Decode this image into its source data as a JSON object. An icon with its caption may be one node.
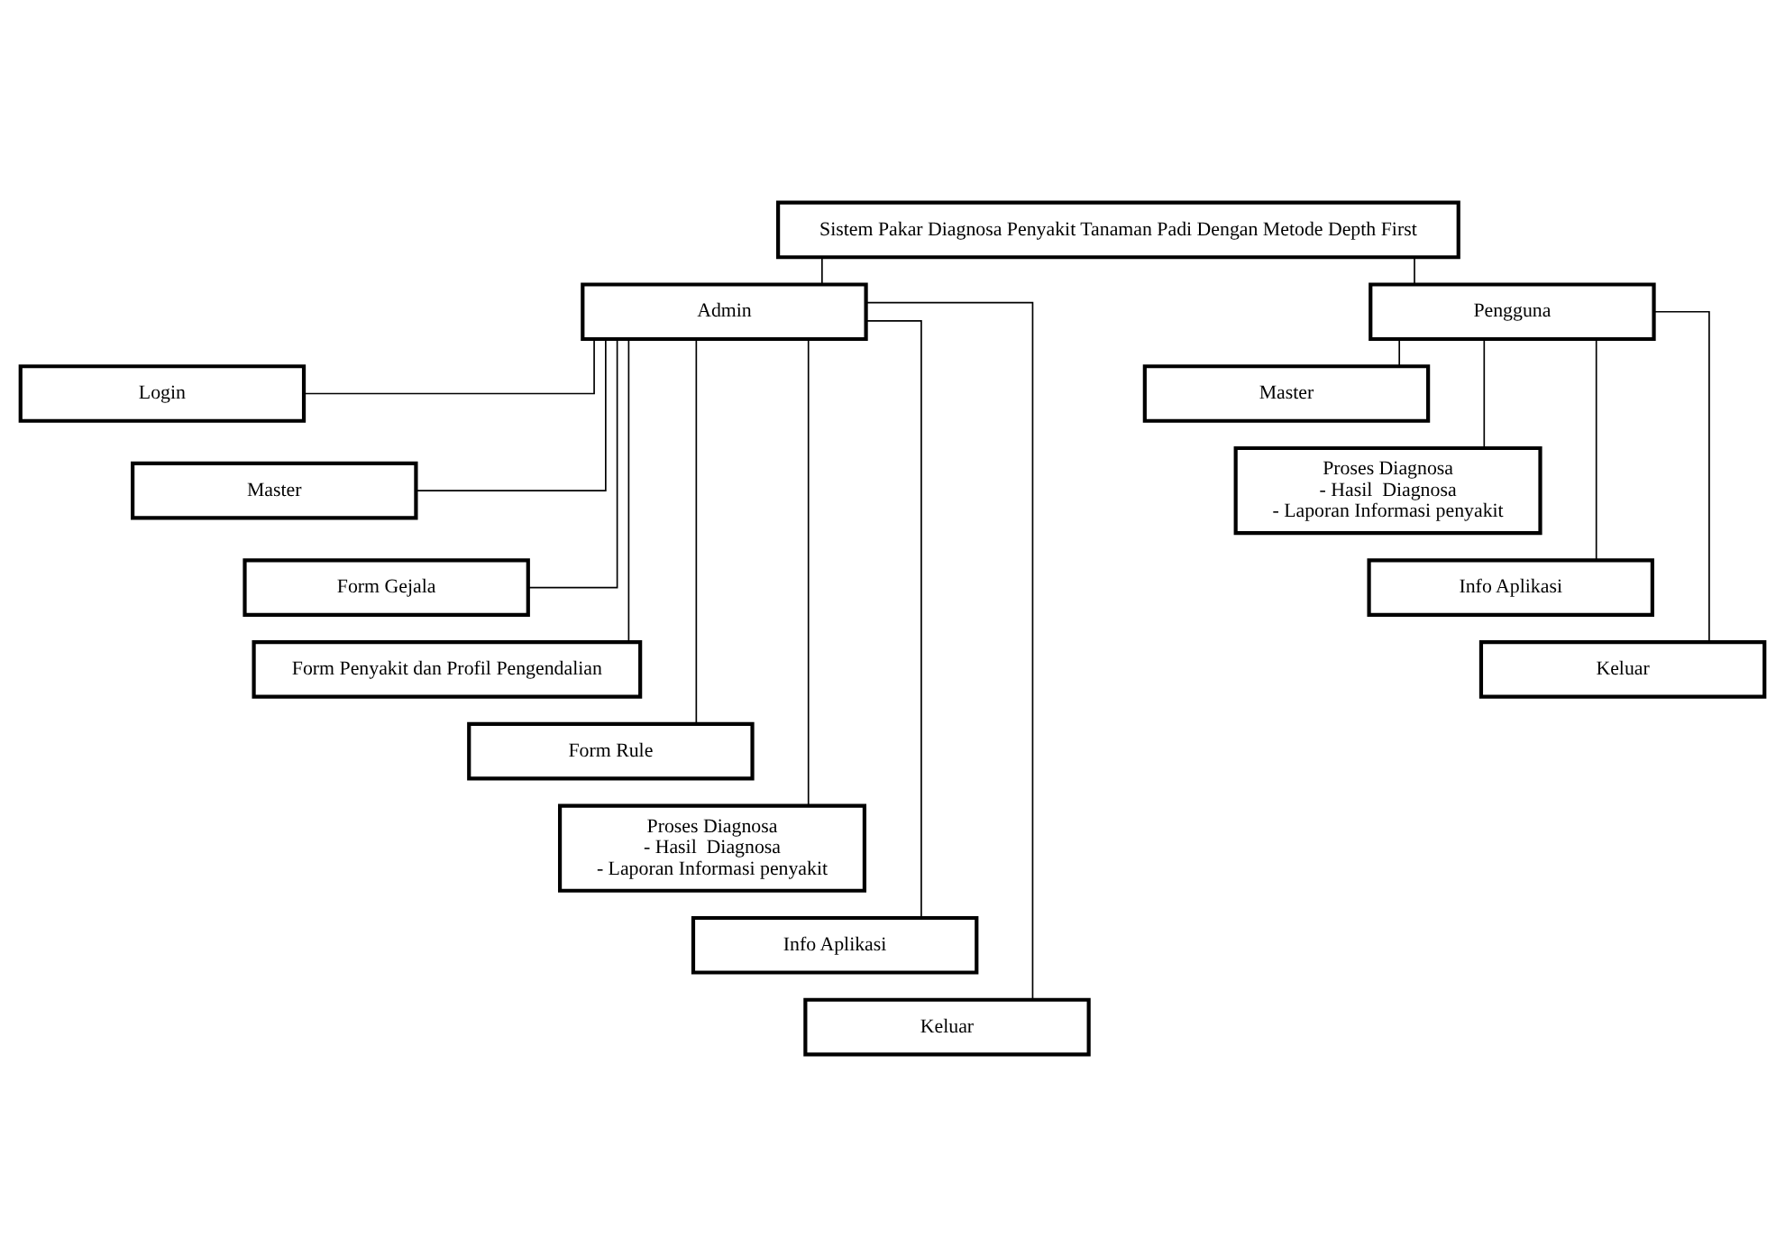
{
  "diagram": {
    "nodes": [
      {
        "text": [
          "Sistem Pakar Diagnosa Penyakit Tanaman Padi Dengan Metode Depth First"
        ]
      },
      {
        "text": [
          "Admin"
        ]
      },
      {
        "text": [
          "Pengguna"
        ]
      },
      {
        "text": [
          "Login"
        ]
      },
      {
        "text": [
          "Master"
        ]
      },
      {
        "text": [
          "Form Gejala"
        ]
      },
      {
        "text": [
          "Form Penyakit dan Profil Pengendalian"
        ]
      },
      {
        "text": [
          "Form Rule"
        ]
      },
      {
        "text": [
          "Proses Diagnosa",
          "- Hasil  Diagnosa",
          "- Laporan Informasi penyakit"
        ]
      },
      {
        "text": [
          "Info Aplikasi"
        ]
      },
      {
        "text": [
          "Keluar"
        ]
      },
      {
        "text": [
          "Master"
        ]
      },
      {
        "text": [
          "Proses Diagnosa",
          "- Hasil  Diagnosa",
          "- Laporan Informasi penyakit"
        ]
      },
      {
        "text": [
          "Info Aplikasi"
        ]
      },
      {
        "text": [
          "Keluar"
        ]
      }
    ],
    "edges": [
      {
        "from": 0,
        "to": 1,
        "arrow": "none"
      },
      {
        "from": 0,
        "to": 2,
        "arrow": "none"
      },
      {
        "from": 1,
        "to": 3,
        "arrow": "none"
      },
      {
        "from": 1,
        "to": 4,
        "arrow": "none"
      },
      {
        "from": 1,
        "to": 5,
        "arrow": "none"
      },
      {
        "from": 1,
        "to": 6,
        "arrow": "none"
      },
      {
        "from": 1,
        "to": 7,
        "arrow": "none"
      },
      {
        "from": 1,
        "to": 8,
        "arrow": "none"
      },
      {
        "from": 1,
        "to": 9,
        "arrow": "none"
      },
      {
        "from": 1,
        "to": 10,
        "arrow": "none"
      },
      {
        "from": 2,
        "to": 11,
        "arrow": "none"
      },
      {
        "from": 2,
        "to": 12,
        "arrow": "none"
      },
      {
        "from": 2,
        "to": 13,
        "arrow": "none"
      },
      {
        "from": 2,
        "to": 14,
        "arrow": "none"
      }
    ]
  }
}
